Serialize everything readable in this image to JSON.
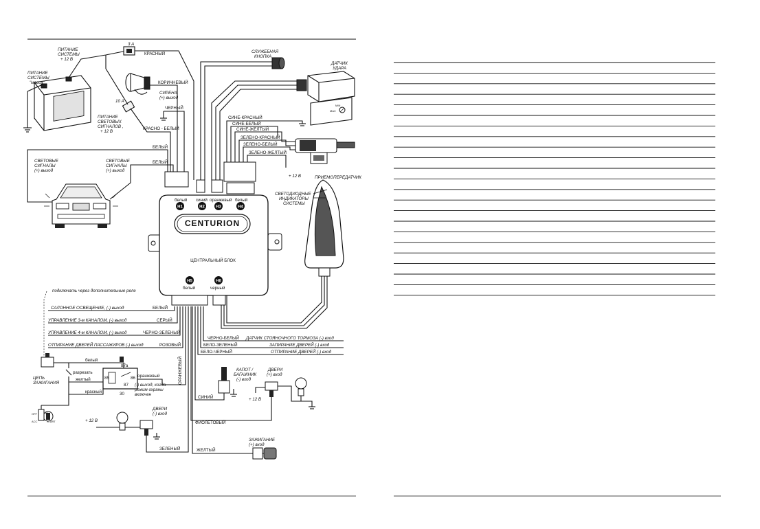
{
  "diagram": {
    "central_unit": {
      "brand": "CENTURION",
      "label": "ЦЕНТРАЛЬНЫЙ БЛОК",
      "connectors": [
        {
          "id": "H1",
          "color": "белый"
        },
        {
          "id": "H2",
          "color": "синий"
        },
        {
          "id": "H3",
          "color": "оранжевый"
        },
        {
          "id": "H4",
          "color": "белый"
        },
        {
          "id": "H5",
          "color": "белый"
        },
        {
          "id": "H6",
          "color": "черный"
        }
      ]
    },
    "labels": {
      "fuse_3a": "3 А",
      "fuse_10a": "10 А",
      "power_system_12v_1": "ПИТАНИЕ",
      "power_system_12v_2": "СИСТЕМЫ",
      "power_system_12v_3": "+ 12 В",
      "power_ground_1": "ПИТАНИЕ",
      "power_ground_2": "СИСТЕМЫ",
      "power_ground_3": "\"масса\"",
      "red_wire": "КРАСНЫЙ",
      "siren_brown": "КОРИЧНЕВЫЙ",
      "siren_1": "СИРЕНА",
      "siren_2": "(+) выход",
      "black_wire": "ЧЕРНЫЙ",
      "light_power_1": "ПИТАНИЕ",
      "light_power_2": "СВЕТОВЫХ",
      "light_power_3": "СИГНАЛОВ ,",
      "light_power_4": "+ 12 В",
      "red_white": "КРАСНО - БЕЛЫЙ",
      "white_wire_1": "БЕЛЫЙ",
      "white_wire_2": "БЕЛЫЙ",
      "light_signals_l1": "СВЕТОВЫЕ",
      "light_signals_l2": "СИГНАЛЫ",
      "light_signals_l3": "(+) выход",
      "light_signals_r1": "СВЕТОВЫЕ",
      "light_signals_r2": "СИГНАЛЫ",
      "light_signals_r3": "(+) выход",
      "service_button_1": "СЛУЖЕБНАЯ",
      "service_button_2": "КНОПКА",
      "shock_sensor_1": "ДАТЧИК",
      "shock_sensor_2": "УДАРА",
      "sens_min": "MIN",
      "sens_max": "MAX",
      "blue_red": "СИНЕ-КРАСНЫЙ",
      "blue_white": "СИНЕ-БЕЛЫЙ",
      "blue_yellow": "СИНЕ-ЖЕЛТЫЙ",
      "green_red": "ЗЕЛЕНО-КРАСНЫЙ",
      "green_white": "ЗЕЛЕНО-БЕЛЫЙ",
      "green_yellow": "ЗЕЛЕНО-ЖЕЛТЫЙ",
      "plus_12v_lock": "+ 12 В",
      "transceiver": "ПРИЕМОПЕРЕДАТЧИК",
      "led_ind_1": "СВЕТОДИОДНЫЕ",
      "led_ind_2": "ИНДИКАТОРЫ",
      "led_ind_3": "СИСТЕМЫ",
      "relay_note": "подключать через дополнительные реле",
      "interior_light": "САЛОННОЕ ОСВЕЩЕНИЕ,  (-) выход",
      "interior_light_wire": "БЕЛЫЙ",
      "ch3": "УПРАВЛЕНИЕ 3-м КАНАЛОМ,  (-) выход",
      "ch3_wire": "СЕРЫЙ",
      "ch4": "УПРАВЛЕНИЕ 4-м КАНАЛОМ,  (-) выход",
      "ch4_wire": "ЧЕРНО-ЗЕЛЕНЫЙ",
      "passenger_unlock": "ОТПИРАНИЕ ДВЕРЕЙ ПАССАЖИРОВ (-) выход",
      "passenger_unlock_wire": "РОЗОВЫЙ",
      "black_white": "ЧЕРНО-БЕЛЫЙ",
      "handbrake": "ДАТЧИК СТОЯНОЧНОГО ТОРМОЗА (-) вход",
      "blue_green": "БЕЛО-ЗЕЛЕНЫЙ",
      "door_lock_in": "ЗАПИРАНИЕ ДВЕРЕЙ (-) вход",
      "white_black": "БЕЛО-ЧЕРНЫЙ",
      "door_unlock_in": "ОТПИРАНИЕ ДВЕРЕЙ (-) вход",
      "orange_wire": "ОРАНЖЕВЫЙ",
      "hood_1": "КАПОТ /",
      "hood_2": "БАГАЖНИК",
      "hood_3": "(-) вход",
      "doors_plus_1": "ДВЕРИ",
      "doors_plus_2": "(+) вход",
      "plus_12v_doors": "+ 12 В",
      "blue_wire": "СИНИЙ",
      "relay_white": "белый",
      "relay_cut": "разрезать",
      "relay_yellow": "желтый",
      "relay_red": "красный",
      "relay_orange": "оранжевый",
      "relay_87a": "87а",
      "relay_85": "85",
      "relay_86": "86",
      "relay_87": "87",
      "relay_30": "30",
      "ignition_chain_1": "ЦЕПЬ",
      "ignition_chain_2": "ЗАЖИГАНИЯ",
      "armed_out_1": "(-) выход, когда",
      "armed_out_2": "режим охраны",
      "armed_out_3": "включен",
      "key_off": "OFF",
      "key_on": "ON",
      "key_acc": "ACC",
      "key_start": "START",
      "plus_12v_left": "+ 12 В",
      "doors_minus_1": "ДВЕРИ",
      "doors_minus_2": "(-) вход",
      "violet_wire": "ФИОЛЕТОВЫЙ",
      "green_wire": "ЗЕЛЕНЫЙ",
      "yellow_wire": "ЖЕЛТЫЙ",
      "ignition_in_1": "ЗАЖИГАНИЕ",
      "ignition_in_2": "(+) вход"
    }
  }
}
